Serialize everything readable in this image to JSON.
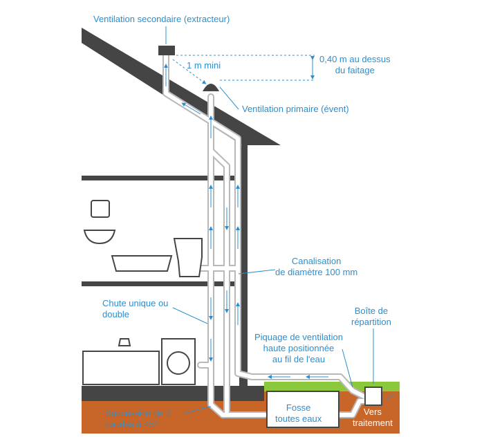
{
  "labels": {
    "ventilation_secondaire": "Ventilation secondaire (extracteur)",
    "distance_mini": "1 m mini",
    "hauteur_line1": "0,40 m au dessus",
    "hauteur_line2": "du faitage",
    "ventilation_primaire": "Ventilation primaire (évent)",
    "canalisation_line1": "Canalisation",
    "canalisation_line2": "de diamètre 100 mm",
    "chute_line1": "Chute unique ou",
    "chute_line2": "double",
    "boite_line1": "Boîte de",
    "boite_line2": "répartition",
    "piquage_line1": "Piquage de ventilation",
    "piquage_line2": "haute positionnée",
    "piquage_line3": "au fil de l'eau",
    "coudes_line1": "Succession de 2",
    "coudes_line2": "coudes à 45°",
    "fosse_line1": "Fosse",
    "fosse_line2": "toutes eaux",
    "vers_line1": "Vers",
    "vers_line2": "traitement"
  },
  "colors": {
    "accent": "#2a8fd0",
    "structure": "#454545",
    "ground": "#c8662a",
    "grass": "#8cc83c",
    "pipe": "#ffffff",
    "pipe_outline": "#b8b8b8"
  }
}
